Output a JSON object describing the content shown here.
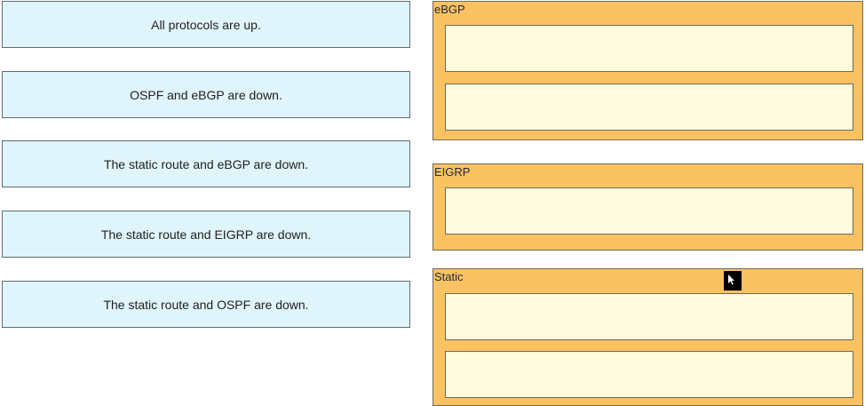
{
  "options": [
    {
      "label": "All protocols are up."
    },
    {
      "label": "OSPF and eBGP are down."
    },
    {
      "label": "The static route and eBGP are down."
    },
    {
      "label": "The static route and EIGRP are down."
    },
    {
      "label": "The static route and OSPF are down."
    }
  ],
  "groups": [
    {
      "title": "eBGP",
      "slot_count": 2
    },
    {
      "title": "EIGRP",
      "slot_count": 1
    },
    {
      "title": "Static",
      "slot_count": 2
    }
  ],
  "colors": {
    "option_bg": "#dff4fb",
    "group_bg": "#fbc262",
    "slot_bg": "#fffbdc"
  },
  "icons": {
    "cursor": "mouse-pointer-icon"
  }
}
